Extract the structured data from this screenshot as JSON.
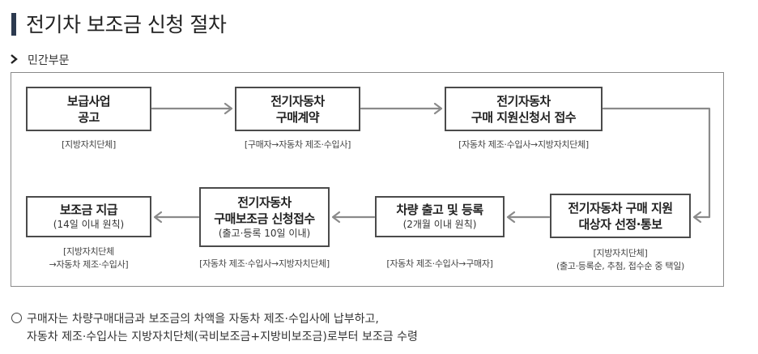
{
  "header": {
    "title": "전기차 보조금 신청 절차"
  },
  "section": {
    "label": "민간부문"
  },
  "steps": [
    {
      "title1": "보급사업",
      "title2": "공고",
      "sub": "",
      "note1": "[지방자치단체]",
      "note2": ""
    },
    {
      "title1": "전기자동차",
      "title2": "구매계약",
      "sub": "",
      "note1": "[구매자→자동차 제조·수입사]",
      "note2": ""
    },
    {
      "title1": "전기자동차",
      "title2": "구매 지원신청서 접수",
      "sub": "",
      "note1": "[자동차 제조·수입사→지방자치단체]",
      "note2": ""
    },
    {
      "title1": "전기자동차 구매 지원",
      "title2": "대상자 선정·통보",
      "sub": "",
      "note1": "[지방자치단체]",
      "note2": "(출고·등록순, 추첨, 접수순 중 택일)"
    },
    {
      "title1": "차량 출고 및 등록",
      "title2": "",
      "sub": "(2개월 이내 원칙)",
      "note1": "[자동차 제조·수입사→구매자]",
      "note2": ""
    },
    {
      "title1": "전기자동차",
      "title2": "구매보조금 신청접수",
      "sub": "(출고·등록 10일 이내)",
      "note1": "[자동차 제조·수입사→지방자치단체]",
      "note2": ""
    },
    {
      "title1": "보조금 지급",
      "title2": "",
      "sub": "(14일 이내 원칙)",
      "note1": "[지방자치단체",
      "note2": "→자동차 제조·수입사]"
    }
  ],
  "footer": {
    "line1": "구매자는 차량구매대금과 보조금의 차액을 자동차 제조·수입사에 납부하고,",
    "line2": "자동차 제조·수입사는 지방자치단체(국비보조금+지방비보조금)로부터 보조금 수령"
  },
  "colors": {
    "accent": "#2c3a4f",
    "border": "#4b4b4b",
    "arrow": "#8a8a8a"
  }
}
